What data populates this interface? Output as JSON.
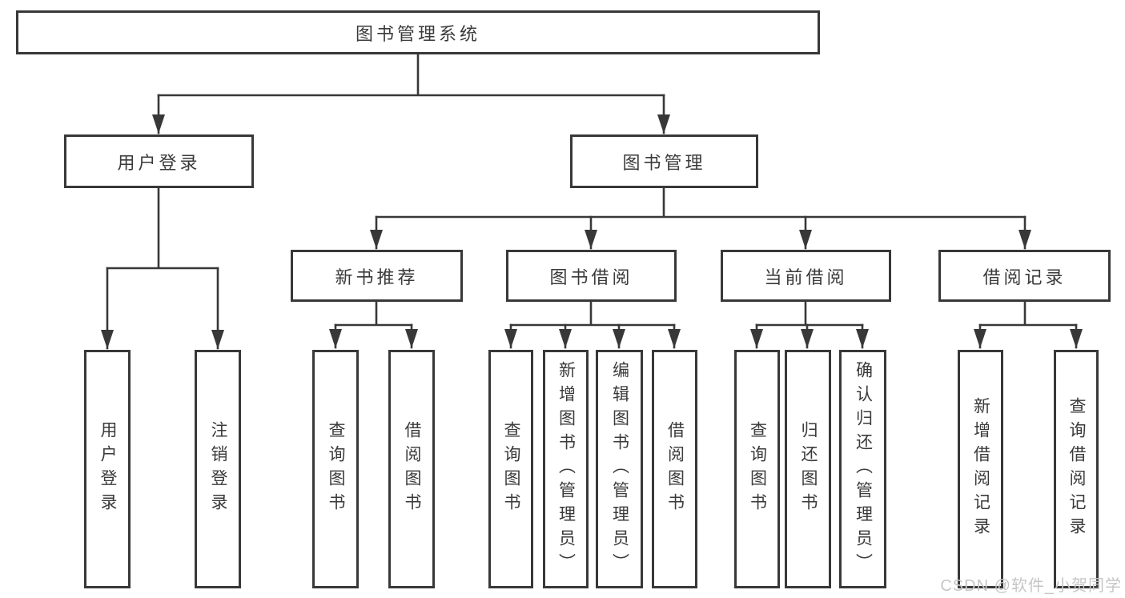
{
  "diagram_type": "hierarchy-tree",
  "tree": {
    "label": "图书管理系统",
    "children": [
      {
        "label": "用户登录",
        "children": [
          {
            "label": "用户登录"
          },
          {
            "label": "注销登录"
          }
        ]
      },
      {
        "label": "图书管理",
        "children": [
          {
            "label": "新书推荐",
            "children": [
              {
                "label": "查询图书"
              },
              {
                "label": "借阅图书"
              }
            ]
          },
          {
            "label": "图书借阅",
            "children": [
              {
                "label": "查询图书"
              },
              {
                "label": "新增图书（管理员）"
              },
              {
                "label": "编辑图书（管理员）"
              },
              {
                "label": "借阅图书"
              }
            ]
          },
          {
            "label": "当前借阅",
            "children": [
              {
                "label": "查询图书"
              },
              {
                "label": "归还图书"
              },
              {
                "label": "确认归还（管理员）"
              }
            ]
          },
          {
            "label": "借阅记录",
            "children": [
              {
                "label": "新增借阅记录"
              },
              {
                "label": "查询借阅记录"
              }
            ]
          }
        ]
      }
    ]
  },
  "watermark": {
    "text": "CSDN @软件_小贺同学"
  },
  "colors": {
    "line": "#383838",
    "text": "#3a3a3a",
    "box_background": "#ffffff",
    "watermark": "#c6c6c6"
  }
}
